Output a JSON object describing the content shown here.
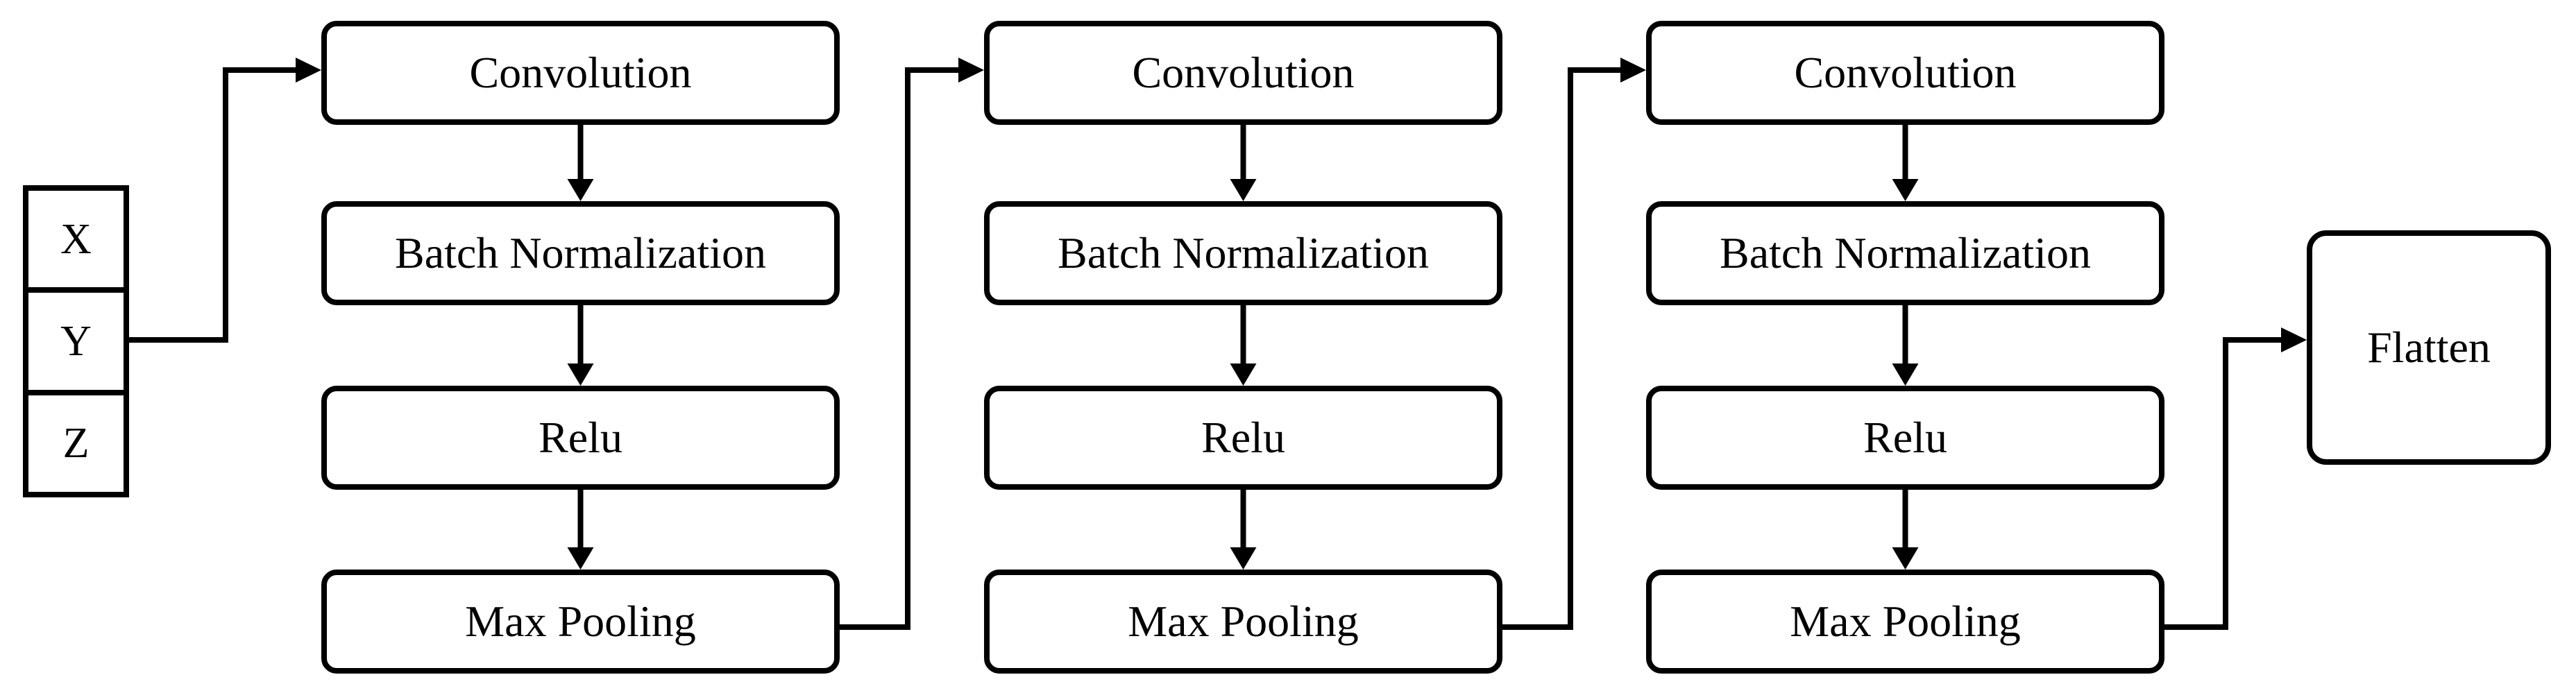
{
  "diagram": {
    "type": "flowchart",
    "description_labels": {
      "input_cells": [
        "X",
        "Y",
        "Z"
      ],
      "flatten": "Flatten"
    },
    "colors": {
      "line": "#000000",
      "background": "#ffffff",
      "text": "#000000"
    }
  },
  "input": {
    "cells": [
      "X",
      "Y",
      "Z"
    ]
  },
  "columns": [
    {
      "blocks": [
        {
          "label": "Convolution"
        },
        {
          "label": "Batch Normalization"
        },
        {
          "label": "Relu"
        },
        {
          "label": "Max Pooling"
        }
      ]
    },
    {
      "blocks": [
        {
          "label": "Convolution"
        },
        {
          "label": "Batch Normalization"
        },
        {
          "label": "Relu"
        },
        {
          "label": "Max Pooling"
        }
      ]
    },
    {
      "blocks": [
        {
          "label": "Convolution"
        },
        {
          "label": "Batch Normalization"
        },
        {
          "label": "Relu"
        },
        {
          "label": "Max Pooling"
        }
      ]
    }
  ],
  "flatten": {
    "label": "Flatten"
  }
}
